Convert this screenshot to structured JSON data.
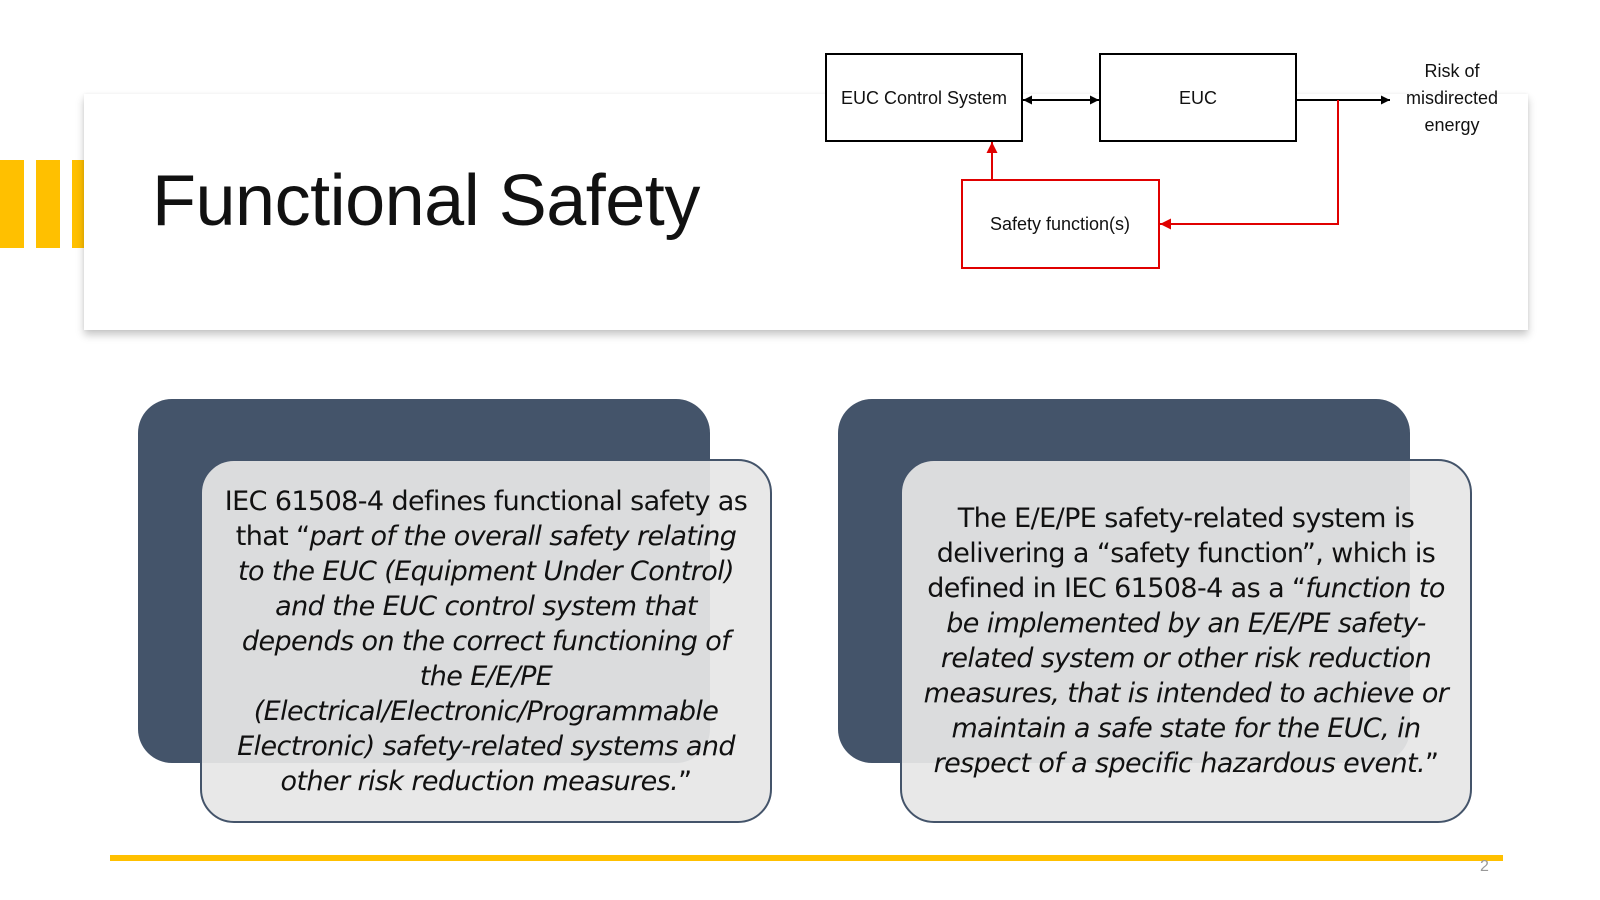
{
  "slide": {
    "title": "Functional Safety",
    "page_number": "2"
  },
  "diagram": {
    "euc_control_system": "EUC Control System",
    "euc": "EUC",
    "safety_functions": "Safety function(s)",
    "risk_line1": "Risk of",
    "risk_line2": "misdirected",
    "risk_line3": "energy",
    "colors": {
      "normal": "#000000",
      "safety": "#E00000"
    }
  },
  "cards": [
    {
      "intro": "IEC 61508-4 defines functional safety as that “",
      "quote": "part of the overall safety relating to the EUC (Equipment Under Control) and the EUC control system that depends on the correct functioning of the E/E/PE (Electrical/Electronic/Programmable Electronic) safety-related systems and other risk reduction measures.",
      "closing": "”"
    },
    {
      "intro": "The E/E/PE safety-related system is delivering a “safety function”, which is defined in IEC 61508-4 as a “",
      "quote": "function to be implemented by an E/E/PE safety-related system or other risk reduction measures, that is intended to achieve or maintain a safe state for the EUC, in respect of a specific hazardous event.",
      "closing": "”"
    }
  ],
  "colors": {
    "accent": "#FFC000",
    "card_dark": "#44546A",
    "card_light": "#E6E6E6"
  }
}
